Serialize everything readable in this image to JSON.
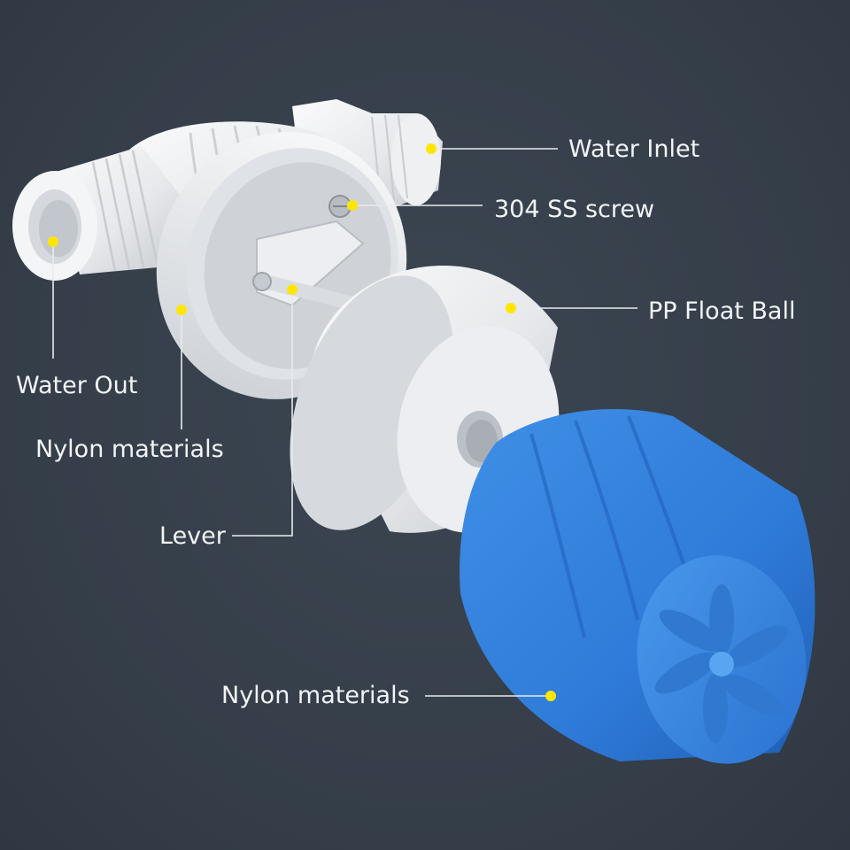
{
  "diagram": {
    "background": "#363f4b",
    "marker_color": "#ffe600",
    "line_color": "#e8ebee",
    "parts": [
      {
        "id": "water-inlet",
        "label": "Water Inlet"
      },
      {
        "id": "ss-screw",
        "label": "304 SS screw"
      },
      {
        "id": "float-ball",
        "label": "PP Float Ball"
      },
      {
        "id": "water-out",
        "label": "Water Out"
      },
      {
        "id": "nylon-body",
        "label": "Nylon materials"
      },
      {
        "id": "lever",
        "label": "Lever"
      },
      {
        "id": "nylon-cap",
        "label": "Nylon materials"
      }
    ]
  }
}
